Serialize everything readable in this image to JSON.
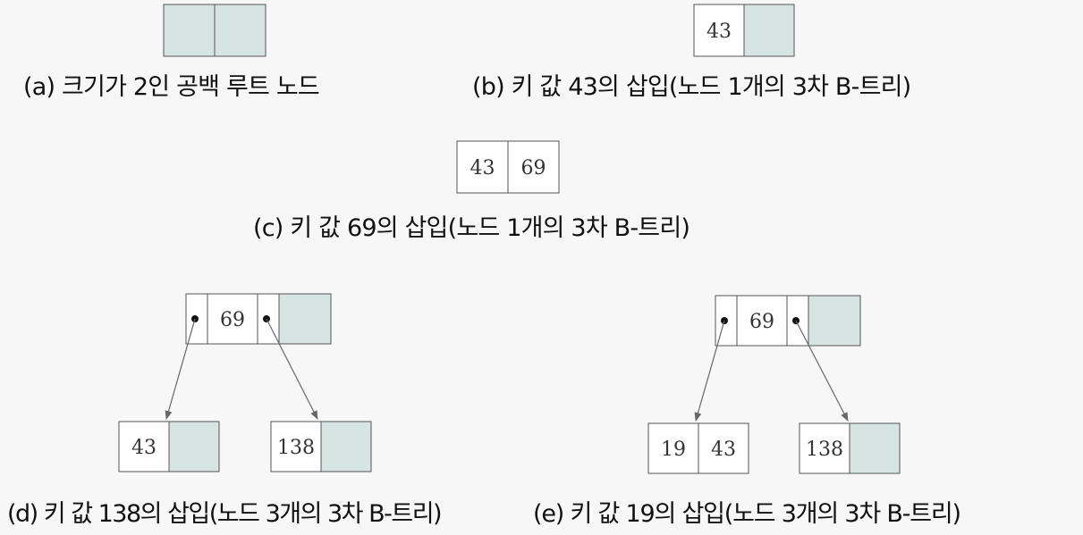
{
  "colors": {
    "empty_slot": "#d6e4e2",
    "filled_slot": "#ffffff",
    "border": "#555555",
    "arrow": "#666666",
    "text": "#111111"
  },
  "panels": {
    "a": {
      "caption": "(a) 크기가 2인 공백 루트 노드",
      "root": [
        "",
        ""
      ]
    },
    "b": {
      "caption": "(b) 키 값 43의 삽입(노드 1개의 3차 B-트리)",
      "root": [
        "43",
        ""
      ]
    },
    "c": {
      "caption": "(c) 키 값 69의 삽입(노드 1개의 3차 B-트리)",
      "root": [
        "43",
        "69"
      ]
    },
    "d": {
      "caption": "(d) 키 값 138의 삽입(노드 3개의 3차 B-트리)",
      "root": [
        "69",
        ""
      ],
      "children": [
        [
          "43",
          ""
        ],
        [
          "138",
          ""
        ]
      ]
    },
    "e": {
      "caption": "(e) 키 값 19의 삽입(노드 3개의 3차 B-트리)",
      "root": [
        "69",
        ""
      ],
      "children": [
        [
          "19",
          "43"
        ],
        [
          "138",
          ""
        ]
      ]
    }
  }
}
